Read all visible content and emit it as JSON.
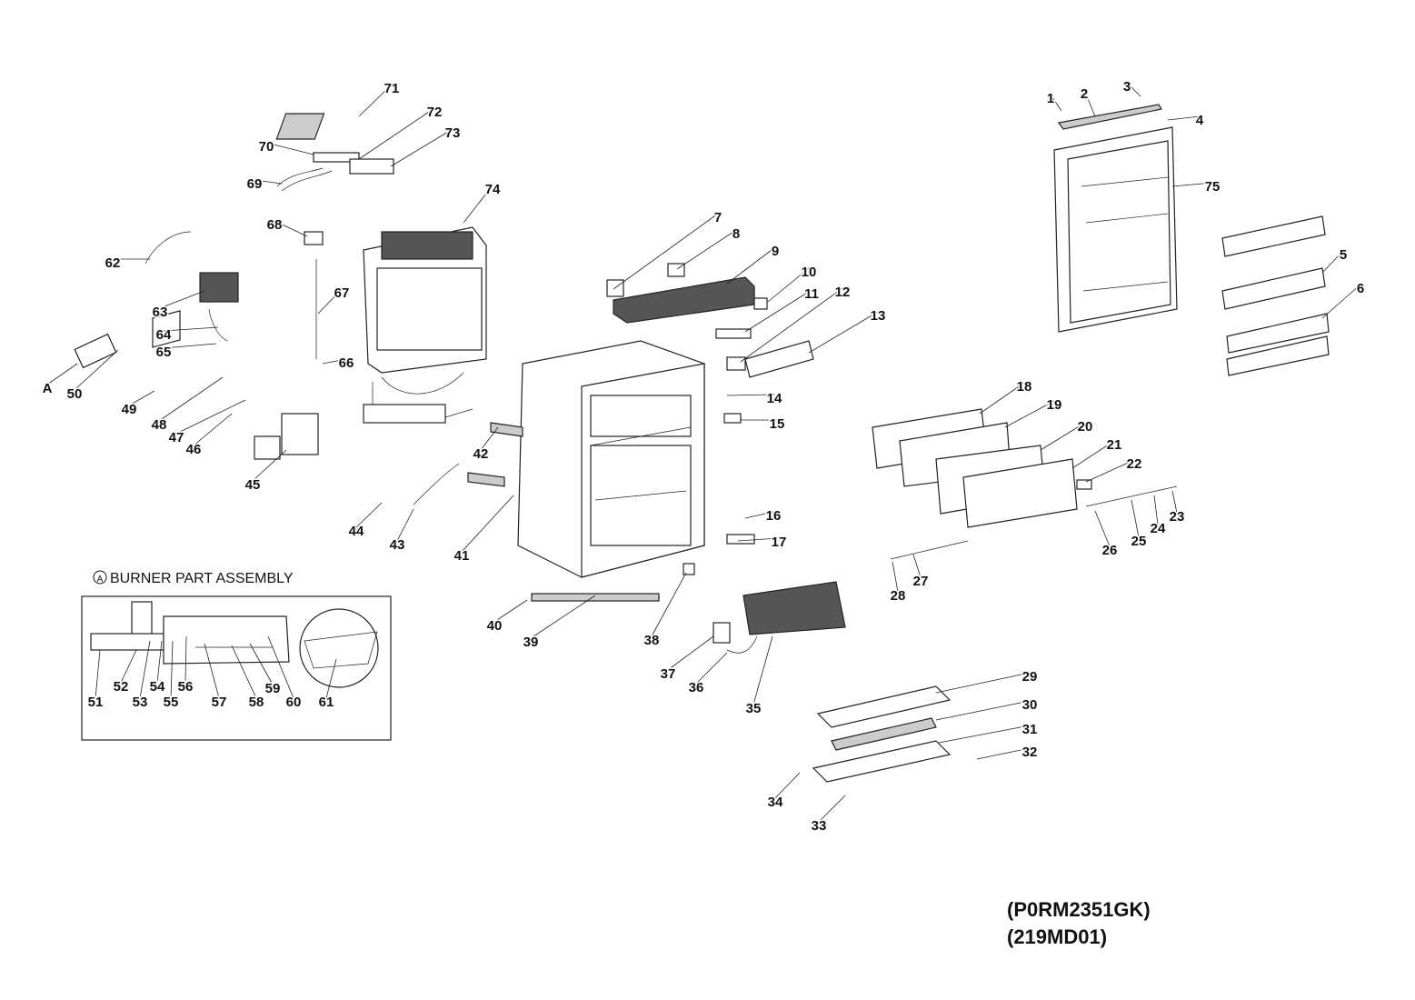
{
  "inset": {
    "marker": "A",
    "title": "BURNER PART ASSEMBLY"
  },
  "callouts": [
    {
      "id": "c1",
      "label": "1"
    },
    {
      "id": "c2",
      "label": "2"
    },
    {
      "id": "c3",
      "label": "3"
    },
    {
      "id": "c4",
      "label": "4"
    },
    {
      "id": "c5",
      "label": "5"
    },
    {
      "id": "c6",
      "label": "6"
    },
    {
      "id": "c7",
      "label": "7"
    },
    {
      "id": "c8",
      "label": "8"
    },
    {
      "id": "c9",
      "label": "9"
    },
    {
      "id": "c10",
      "label": "10"
    },
    {
      "id": "c11",
      "label": "11"
    },
    {
      "id": "c12",
      "label": "12"
    },
    {
      "id": "c13",
      "label": "13"
    },
    {
      "id": "c14",
      "label": "14"
    },
    {
      "id": "c15",
      "label": "15"
    },
    {
      "id": "c16",
      "label": "16"
    },
    {
      "id": "c17",
      "label": "17"
    },
    {
      "id": "c18",
      "label": "18"
    },
    {
      "id": "c19",
      "label": "19"
    },
    {
      "id": "c20",
      "label": "20"
    },
    {
      "id": "c21",
      "label": "21"
    },
    {
      "id": "c22",
      "label": "22"
    },
    {
      "id": "c23",
      "label": "23"
    },
    {
      "id": "c24",
      "label": "24"
    },
    {
      "id": "c25",
      "label": "25"
    },
    {
      "id": "c26",
      "label": "26"
    },
    {
      "id": "c27",
      "label": "27"
    },
    {
      "id": "c28",
      "label": "28"
    },
    {
      "id": "c29",
      "label": "29"
    },
    {
      "id": "c30",
      "label": "30"
    },
    {
      "id": "c31",
      "label": "31"
    },
    {
      "id": "c32",
      "label": "32"
    },
    {
      "id": "c33",
      "label": "33"
    },
    {
      "id": "c34",
      "label": "34"
    },
    {
      "id": "c35",
      "label": "35"
    },
    {
      "id": "c36",
      "label": "36"
    },
    {
      "id": "c37",
      "label": "37"
    },
    {
      "id": "c38",
      "label": "38"
    },
    {
      "id": "c39",
      "label": "39"
    },
    {
      "id": "c40",
      "label": "40"
    },
    {
      "id": "c41",
      "label": "41"
    },
    {
      "id": "c42",
      "label": "42"
    },
    {
      "id": "c43",
      "label": "43"
    },
    {
      "id": "c44",
      "label": "44"
    },
    {
      "id": "c45",
      "label": "45"
    },
    {
      "id": "c46",
      "label": "46"
    },
    {
      "id": "c47",
      "label": "47"
    },
    {
      "id": "c48",
      "label": "48"
    },
    {
      "id": "c49",
      "label": "49"
    },
    {
      "id": "c50",
      "label": "50"
    },
    {
      "id": "c51",
      "label": "51"
    },
    {
      "id": "c52",
      "label": "52"
    },
    {
      "id": "c53",
      "label": "53"
    },
    {
      "id": "c54",
      "label": "54"
    },
    {
      "id": "c55",
      "label": "55"
    },
    {
      "id": "c56",
      "label": "56"
    },
    {
      "id": "c57",
      "label": "57"
    },
    {
      "id": "c58",
      "label": "58"
    },
    {
      "id": "c59",
      "label": "59"
    },
    {
      "id": "c60",
      "label": "60"
    },
    {
      "id": "c61",
      "label": "61"
    },
    {
      "id": "c62",
      "label": "62"
    },
    {
      "id": "c63",
      "label": "63"
    },
    {
      "id": "c64",
      "label": "64"
    },
    {
      "id": "c65",
      "label": "65"
    },
    {
      "id": "c66",
      "label": "66"
    },
    {
      "id": "c67",
      "label": "67"
    },
    {
      "id": "c68",
      "label": "68"
    },
    {
      "id": "c69",
      "label": "69"
    },
    {
      "id": "c70",
      "label": "70"
    },
    {
      "id": "c71",
      "label": "71"
    },
    {
      "id": "c72",
      "label": "72"
    },
    {
      "id": "c73",
      "label": "73"
    },
    {
      "id": "c74",
      "label": "74"
    },
    {
      "id": "c75",
      "label": "75"
    },
    {
      "id": "cA",
      "label": "A"
    }
  ],
  "model_code": "(P0RM2351GK)",
  "drawing_code": "(219MD01)"
}
